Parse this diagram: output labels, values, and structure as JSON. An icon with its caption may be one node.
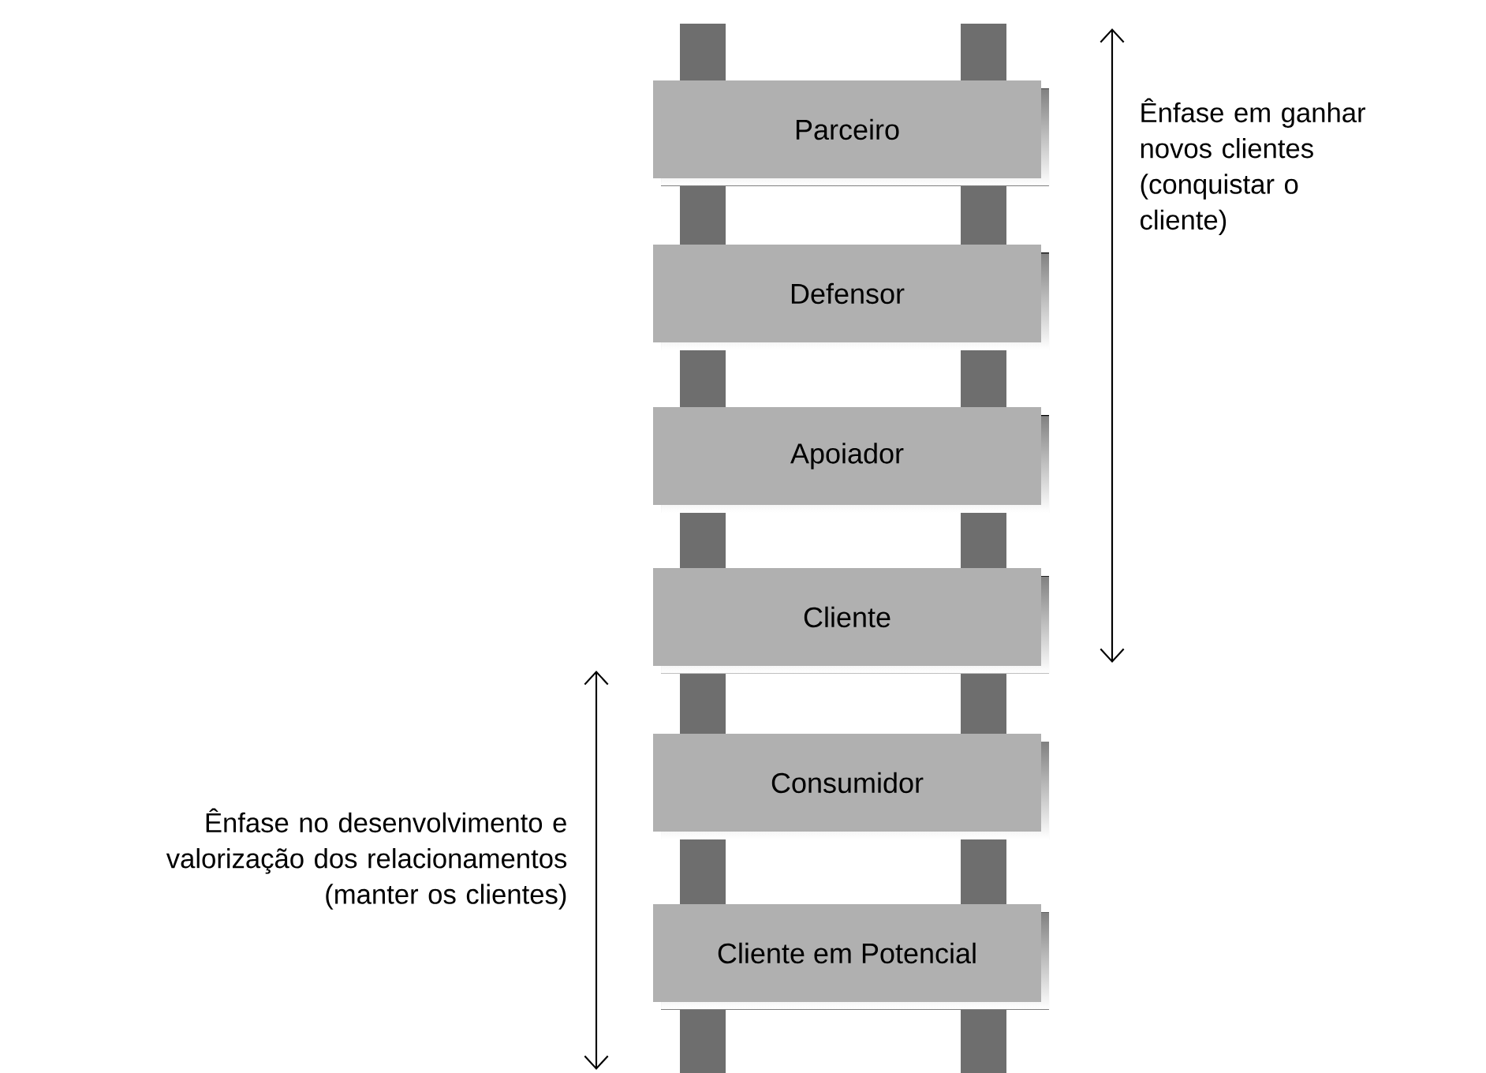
{
  "diagram": {
    "nodes": [
      {
        "text": [
          "Parceiro"
        ]
      },
      {
        "text": [
          "Defensor"
        ]
      },
      {
        "text": [
          "Apoiador"
        ]
      },
      {
        "text": [
          "Cliente"
        ]
      },
      {
        "text": [
          "Consumidor"
        ]
      },
      {
        "text": [
          "Cliente em Potencial"
        ]
      }
    ],
    "labels": [
      "Ênfase em ganhar novos clientes (conquistar o cliente)",
      "Ênfase no desenvolvimento e valorização dos relacionamentos (manter os clientes)"
    ]
  }
}
